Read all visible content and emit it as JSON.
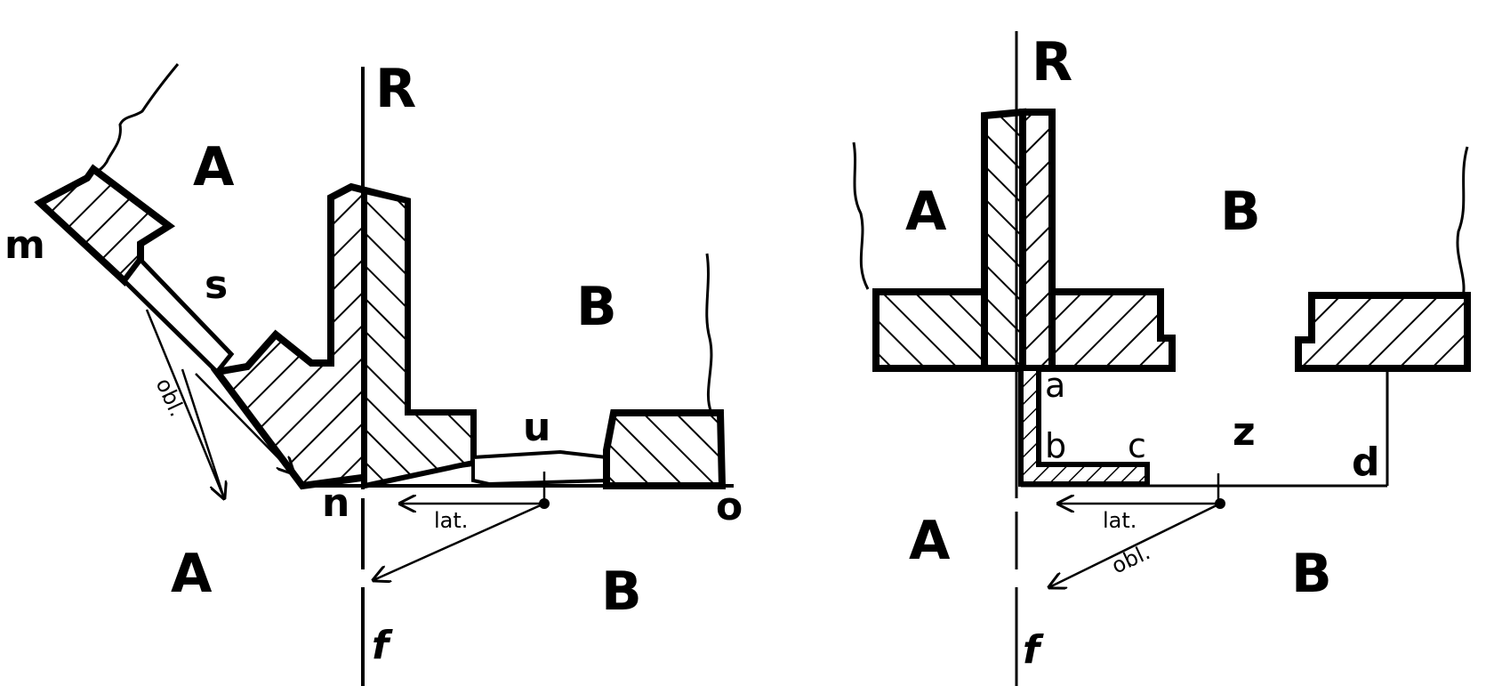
{
  "labels": {
    "left_R": "R",
    "left_A_top": "A",
    "left_m": "m",
    "left_s": "s",
    "left_B_mid": "B",
    "left_u": "u",
    "left_n": "n",
    "left_o": "o",
    "left_obl": "obl.",
    "left_lat": "lat.",
    "left_A_bottom": "A",
    "left_B_bottom": "B",
    "left_f": "f",
    "right_R": "R",
    "right_A_top": "A",
    "right_B_top": "B",
    "right_a": "a",
    "right_b": "b",
    "right_c": "c",
    "right_z": "z",
    "right_d": "d",
    "right_lat": "lat.",
    "right_obl": "obl.",
    "right_A_bottom": "A",
    "right_B_bottom": "B",
    "right_f": "f"
  }
}
